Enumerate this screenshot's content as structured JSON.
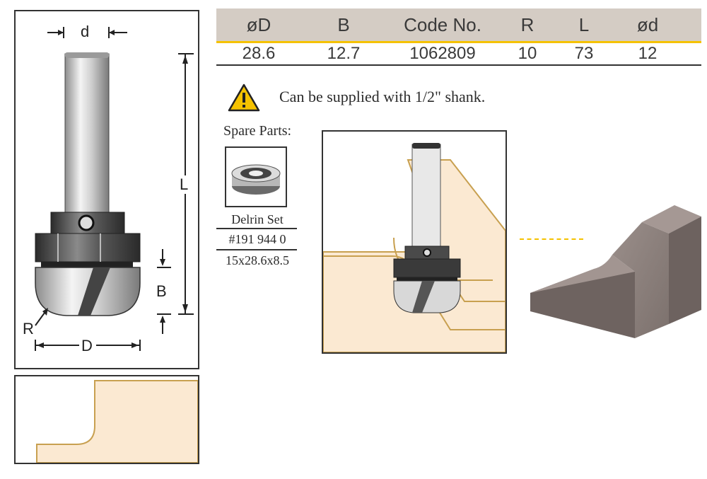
{
  "spec_table": {
    "headers": [
      "øD",
      "B",
      "Code No.",
      "R",
      "L",
      "ød"
    ],
    "row": [
      "28.6",
      "12.7",
      "1062809",
      "10",
      "73",
      "12"
    ]
  },
  "notice": {
    "text": "Can be supplied with 1/2\" shank.",
    "icon": "warning-triangle-icon"
  },
  "spare_parts": {
    "title": "Spare Parts:",
    "name": "Delrin Set",
    "code": "#191 944 0",
    "size": "15x28.6x8.5"
  },
  "dimension_labels": {
    "d": "d",
    "L": "L",
    "B": "B",
    "R": "R",
    "D": "D"
  },
  "colors": {
    "table_header": "#d4ccc4",
    "accent_yellow": "#f5c200",
    "wood": "#fbe9d2",
    "stone": "#8a7e7a"
  }
}
